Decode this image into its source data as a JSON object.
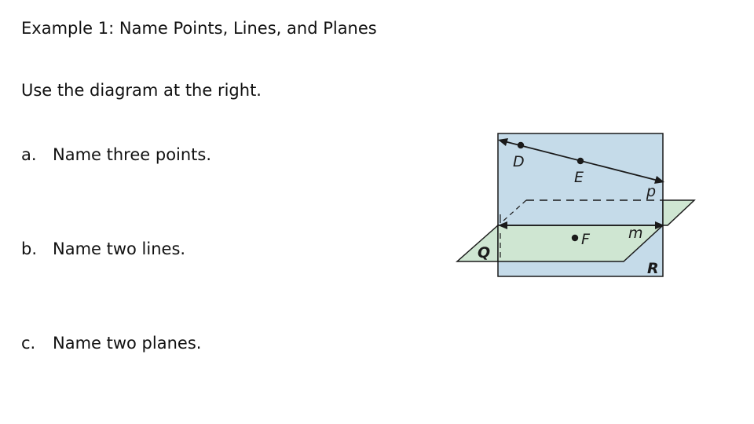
{
  "slide": {
    "title": "Example 1: Name Points, Lines, and Planes",
    "instruction": "Use the diagram at the right.",
    "questions": [
      {
        "marker": "a.",
        "text": "Name three points."
      },
      {
        "marker": "b.",
        "text": "Name two lines."
      },
      {
        "marker": "c.",
        "text": "Name two planes."
      }
    ]
  },
  "diagram": {
    "points": [
      "D",
      "E",
      "F"
    ],
    "lines": [
      "p",
      "m"
    ],
    "planes": [
      "Q",
      "R"
    ],
    "colors": {
      "plane_r_fill": "#c5dbe9",
      "plane_q_fill": "#cfe6d2",
      "stroke": "#1a1a1a"
    }
  }
}
